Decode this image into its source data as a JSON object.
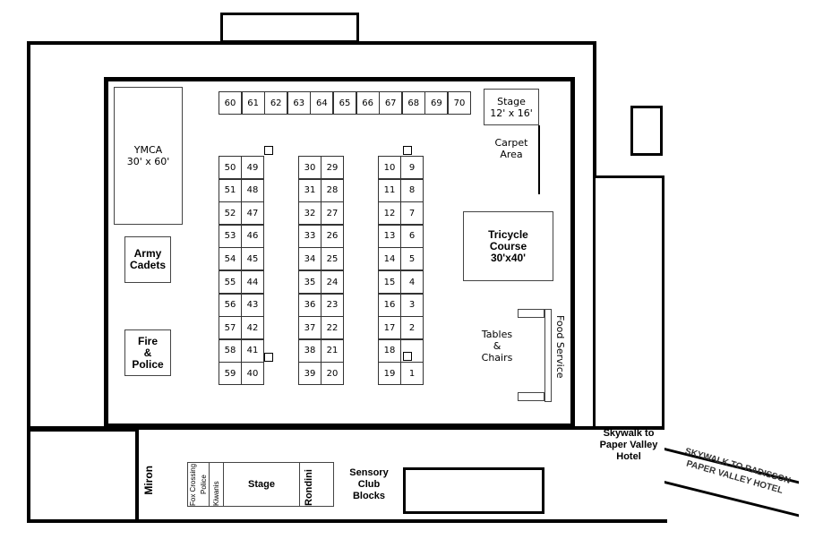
{
  "top_row": [
    "60",
    "61",
    "62",
    "63",
    "64",
    "65",
    "66",
    "67",
    "68",
    "69",
    "70"
  ],
  "columns": [
    {
      "left": [
        "50",
        "51",
        "52",
        "53",
        "54",
        "55",
        "56",
        "57",
        "58",
        "59"
      ],
      "right": [
        "49",
        "48",
        "47",
        "46",
        "45",
        "44",
        "43",
        "42",
        "41",
        "40"
      ]
    },
    {
      "left": [
        "30",
        "31",
        "32",
        "33",
        "34",
        "35",
        "36",
        "37",
        "38",
        "39"
      ],
      "right": [
        "29",
        "28",
        "27",
        "26",
        "25",
        "24",
        "23",
        "22",
        "21",
        "20"
      ]
    },
    {
      "left": [
        "10",
        "11",
        "12",
        "13",
        "14",
        "15",
        "16",
        "17",
        "18",
        "19"
      ],
      "right": [
        "9",
        "8",
        "7",
        "6",
        "5",
        "4",
        "3",
        "2",
        "",
        "1"
      ]
    }
  ],
  "areas": {
    "ymca": "YMCA\n30' x 60'",
    "army": "Army\nCadets",
    "fire": "Fire\n&\nPolice",
    "stage_top": "Stage\n12' x 16'",
    "carpet": "Carpet\nArea",
    "tricycle": "Tricycle\nCourse\n30'x40'",
    "tables": "Tables\n&\nChairs",
    "food": "Food Service",
    "skywalk_pv": "Skywalk to\nPaper Valley\nHotel",
    "skywalk_radisson": "SKYWALK TO RADISSON\nPAPER VALLEY HOTEL",
    "miron": "Miron",
    "fox": "Fox Crossing\nPolice",
    "kiwanis": "Kiwanis",
    "stage_bottom": "Stage",
    "rondini": "Rondini",
    "sensory": "Sensory\nClub\nBlocks"
  }
}
